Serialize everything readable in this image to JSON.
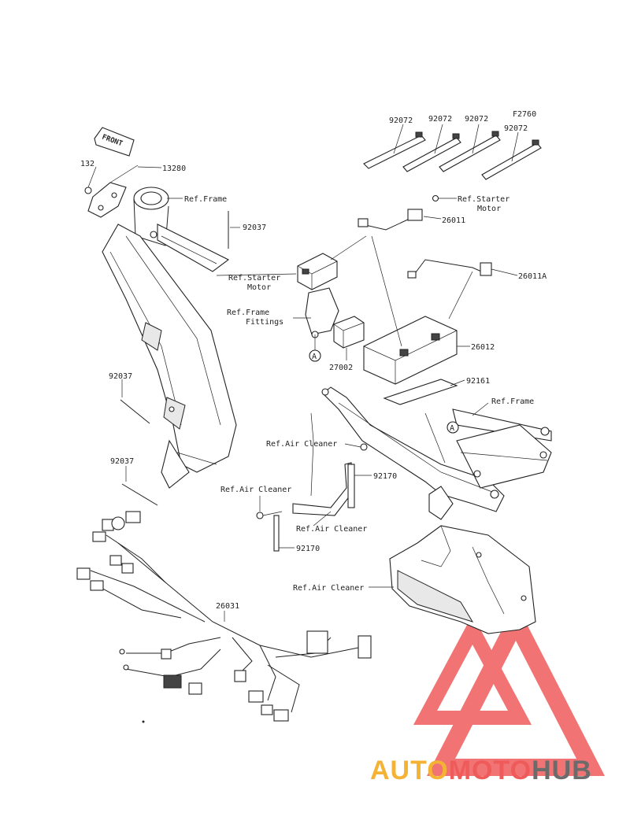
{
  "diagram": {
    "front_arrow": "FRONT",
    "callout_letter": "A",
    "labels": {
      "p132": "132",
      "p13280": "13280",
      "ref_frame_top": "Ref.Frame",
      "p92037_a": "92037",
      "ref_starter_motor_left_1": "Ref.Starter",
      "ref_starter_motor_left_2": "Motor",
      "ref_frame_fittings_1": "Ref.Frame",
      "ref_frame_fittings_2": "Fittings",
      "p27002": "27002",
      "p92037_b": "92037",
      "p92037_c": "92037",
      "p92072_1": "92072",
      "p92072_2": "92072",
      "p92072_3": "92072",
      "p92072_4": "92072",
      "f2760": "F2760",
      "ref_starter_motor_right_1": "Ref.Starter",
      "ref_starter_motor_right_2": "Motor",
      "p26011": "26011",
      "p26011a": "26011A",
      "p26012": "26012",
      "p92161": "92161",
      "ref_frame_right": "Ref.Frame",
      "ref_air_cleaner_1": "Ref.Air Cleaner",
      "p92170_a": "92170",
      "ref_air_cleaner_2": "Ref.Air Cleaner",
      "ref_air_cleaner_3": "Ref.Air Cleaner",
      "p92170_b": "92170",
      "ref_air_cleaner_4": "Ref.Air Cleaner",
      "p26031": "26031"
    }
  },
  "watermark": {
    "part1": "AUTO",
    "part2": "MOTO",
    "part3": "HUB",
    "colors": {
      "auto": "#f5b335",
      "moto": "#ef5b5b",
      "hub": "#6b6b6b",
      "logo": "#ef5b5b"
    }
  }
}
